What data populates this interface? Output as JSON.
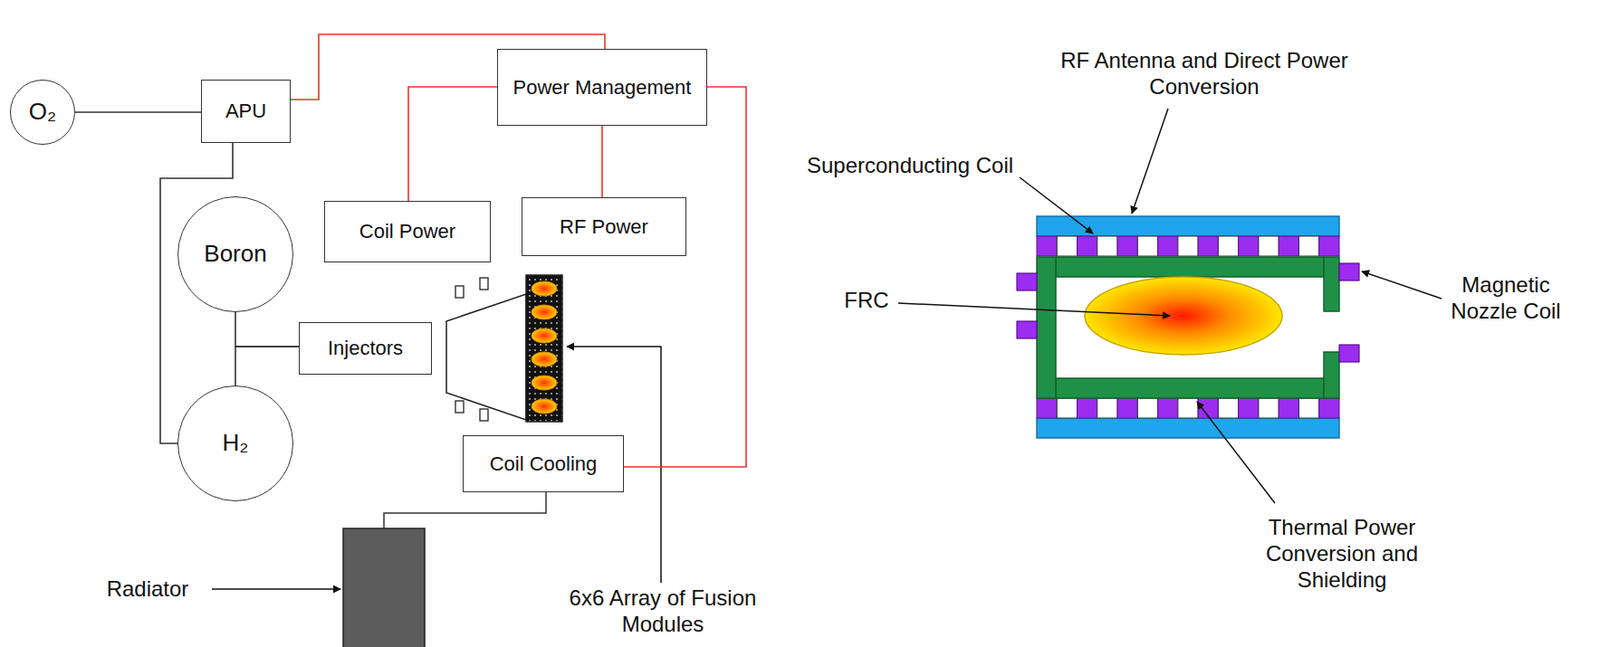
{
  "diagram": {
    "nodes": [
      {
        "text": [
          "O₂"
        ]
      },
      {
        "text": [
          "APU"
        ]
      },
      {
        "text": [
          "Power Management"
        ]
      },
      {
        "text": [
          "Coil Power"
        ]
      },
      {
        "text": [
          "RF Power"
        ]
      },
      {
        "text": [
          "Boron"
        ]
      },
      {
        "text": [
          "Injectors"
        ]
      },
      {
        "text": [
          "H₂"
        ]
      },
      {
        "text": [
          "Coil Cooling"
        ]
      }
    ],
    "edges": [
      {
        "from": 0,
        "to": 1,
        "arrow": "none"
      },
      {
        "from": 1,
        "to": 2,
        "arrow": "none"
      },
      {
        "from": 2,
        "to": 3,
        "arrow": "none"
      },
      {
        "from": 2,
        "to": 4,
        "arrow": "none"
      },
      {
        "from": 2,
        "to": 8,
        "arrow": "none"
      },
      {
        "from": 1,
        "to": 7,
        "arrow": "none"
      },
      {
        "from": 5,
        "to": 6,
        "arrow": "none"
      },
      {
        "from": 7,
        "to": 6,
        "arrow": "none"
      }
    ],
    "labels": [
      "Radiator",
      "6x6 Array of Fusion Modules",
      "RF Antenna and Direct Power Conversion",
      "Superconducting Coil",
      "FRC",
      "Magnetic Nozzle Coil",
      "Thermal Power Conversion and Shielding"
    ]
  }
}
